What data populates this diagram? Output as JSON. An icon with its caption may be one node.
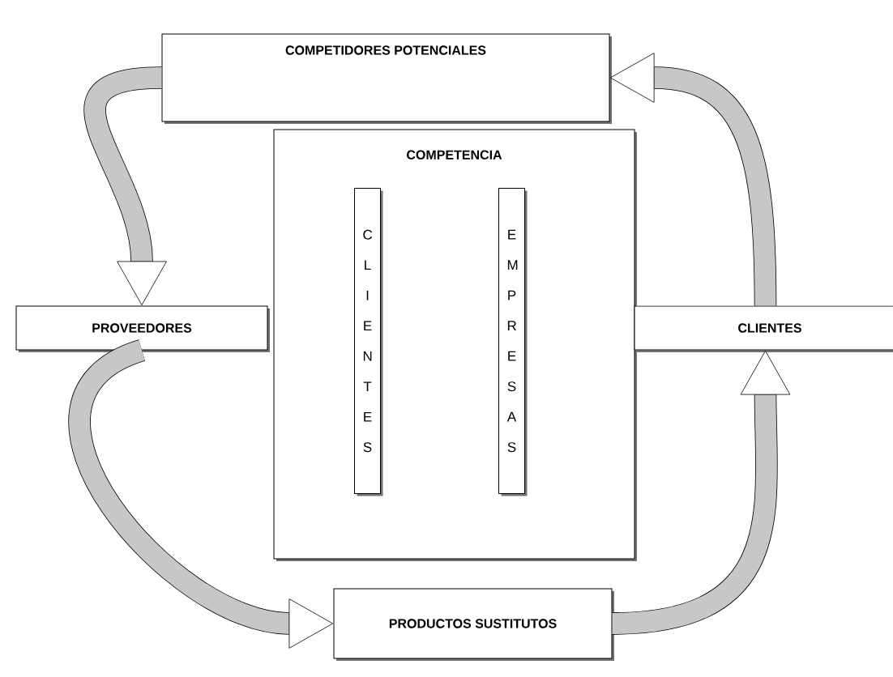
{
  "diagram": {
    "nodes": [
      {
        "text": [
          "COMPETIDORES POTENCIALES"
        ]
      },
      {
        "text": [
          "COMPETENCIA"
        ]
      },
      {
        "text": [
          "C L I E N T E S"
        ],
        "in": 1
      },
      {
        "text": [
          "E M P R E S A S"
        ],
        "in": 1
      },
      {
        "text": [
          "PROVEEDORES"
        ]
      },
      {
        "text": [
          "CLIENTES"
        ]
      },
      {
        "text": [
          "PRODUCTOS SUSTITUTOS"
        ]
      }
    ],
    "edges": [
      {
        "from": 0,
        "to": 4,
        "arrow": "to"
      },
      {
        "from": 5,
        "to": 0,
        "arrow": "to"
      },
      {
        "from": 4,
        "to": 6,
        "arrow": "to"
      },
      {
        "from": 6,
        "to": 5,
        "arrow": "to"
      }
    ]
  }
}
